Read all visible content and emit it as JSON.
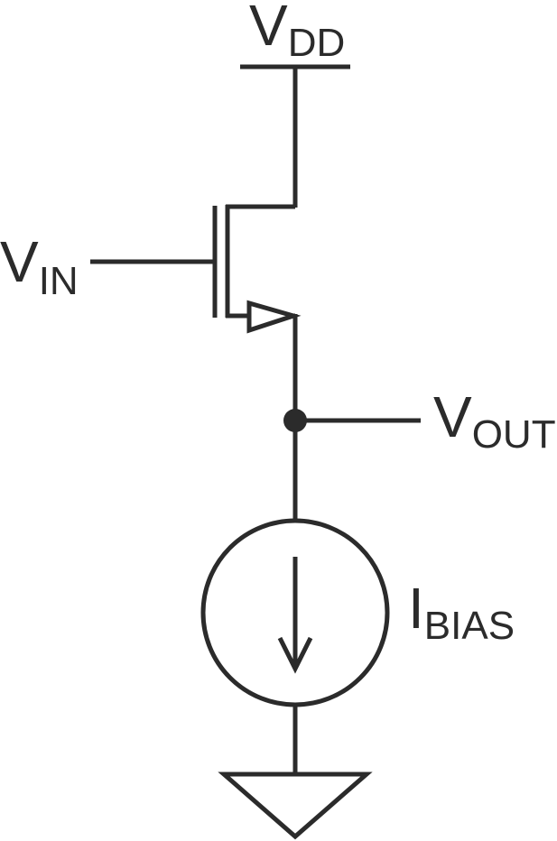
{
  "labels": {
    "vdd": {
      "main": "V",
      "sub": "DD"
    },
    "vin": {
      "main": "V",
      "sub": "IN"
    },
    "vout": {
      "main": "V",
      "sub": "OUT"
    },
    "ibias": {
      "main": "I",
      "sub": "BIAS"
    }
  },
  "colors": {
    "stroke": "#2b2b2b",
    "background": "#ffffff"
  }
}
